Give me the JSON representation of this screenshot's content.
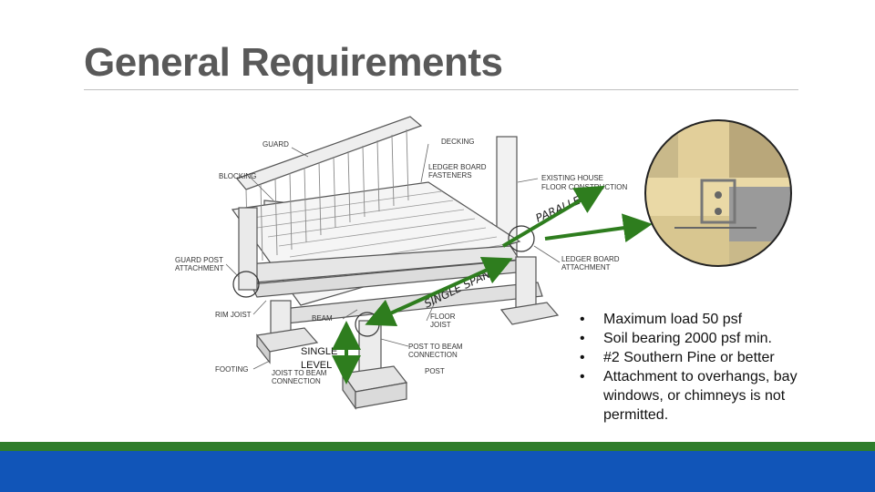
{
  "slide": {
    "title": "General Requirements"
  },
  "diagram": {
    "labels": {
      "guard": "GUARD",
      "decking": "DECKING",
      "ledger_fasteners": "LEDGER BOARD\nFASTENERS",
      "blocking": "BLOCKING",
      "existing_house": "EXISTING HOUSE\nFLOOR CONSTRUCTION",
      "guard_post": "GUARD POST\nATTACHMENT",
      "ledger_attachment": "LEDGER BOARD\nATTACHMENT",
      "rim_joist": "RIM JOIST",
      "floor_joist": "FLOOR\nJOIST",
      "beam": "BEAM",
      "post_to_beam": "POST TO BEAM\nCONNECTION",
      "footing": "FOOTING",
      "joist_to_beam": "JOIST TO BEAM\nCONNECTION",
      "post": "POST",
      "single_level": "SINGLE\nLEVEL",
      "parallel": "PARALLEL",
      "single_span": "SINGLE SPAN"
    },
    "colors": {
      "arrow_green": "#2e7d1e",
      "line": "#555555"
    }
  },
  "bullets": {
    "marker": "•",
    "items": [
      "Maximum load 50 psf",
      "Soil bearing 2000 psf min.",
      "#2 Southern Pine or better",
      "Attachment to overhangs, bay windows, or chimneys is not permitted."
    ]
  },
  "footer": {
    "green": "#2f7d2b",
    "blue": "#1155b8"
  }
}
